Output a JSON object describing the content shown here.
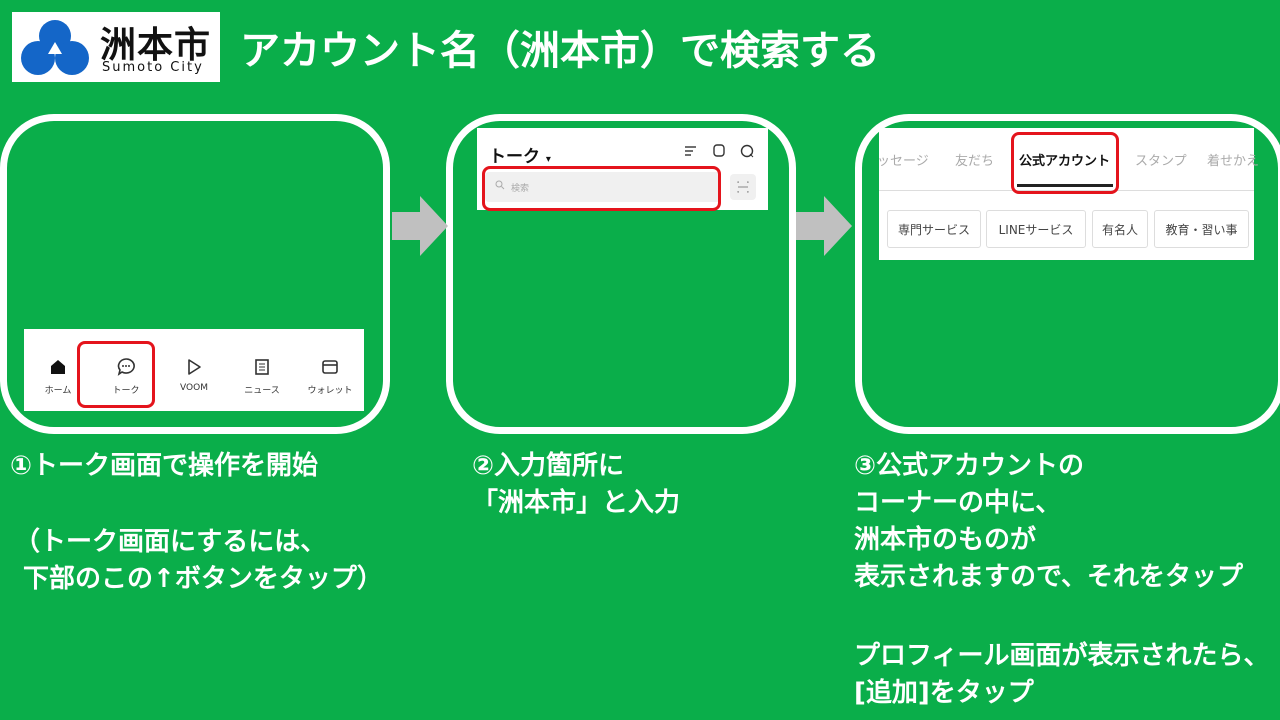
{
  "logo": {
    "name": "洲本市",
    "sub": "Sumoto City"
  },
  "title": "アカウント名（洲本市）で検索する",
  "colors": {
    "background": "#0aae4a",
    "highlight": "#e4141c",
    "arrow": "#c0c0c0"
  },
  "panel1": {
    "tabs": [
      {
        "label": "ホーム",
        "icon": "home-icon"
      },
      {
        "label": "トーク",
        "icon": "talk-bubble-icon"
      },
      {
        "label": "VOOM",
        "icon": "voom-play-icon"
      },
      {
        "label": "ニュース",
        "icon": "news-icon"
      },
      {
        "label": "ウォレット",
        "icon": "wallet-icon"
      }
    ]
  },
  "panel2": {
    "header_title": "トーク",
    "search_placeholder": "検索"
  },
  "panel3": {
    "tabs": [
      "ッセージ",
      "友だち",
      "公式アカウント",
      "スタンプ",
      "着せかえ"
    ],
    "chips": [
      "専門サービス",
      "LINEサービス",
      "有名人",
      "教育・習い事"
    ]
  },
  "captions": {
    "step1": "①トーク画面で操作を開始",
    "step1_note": "（トーク画面にするには、\n 下部のこの↑ボタンをタップ）",
    "step2": "②入力箇所に\n「洲本市」と入力",
    "step3": "③公式アカウントの\nコーナーの中に、\n洲本市のものが\n表示されますので、それをタップ",
    "step3_note": "プロフィール画面が表示されたら、\n[追加]をタップ"
  }
}
